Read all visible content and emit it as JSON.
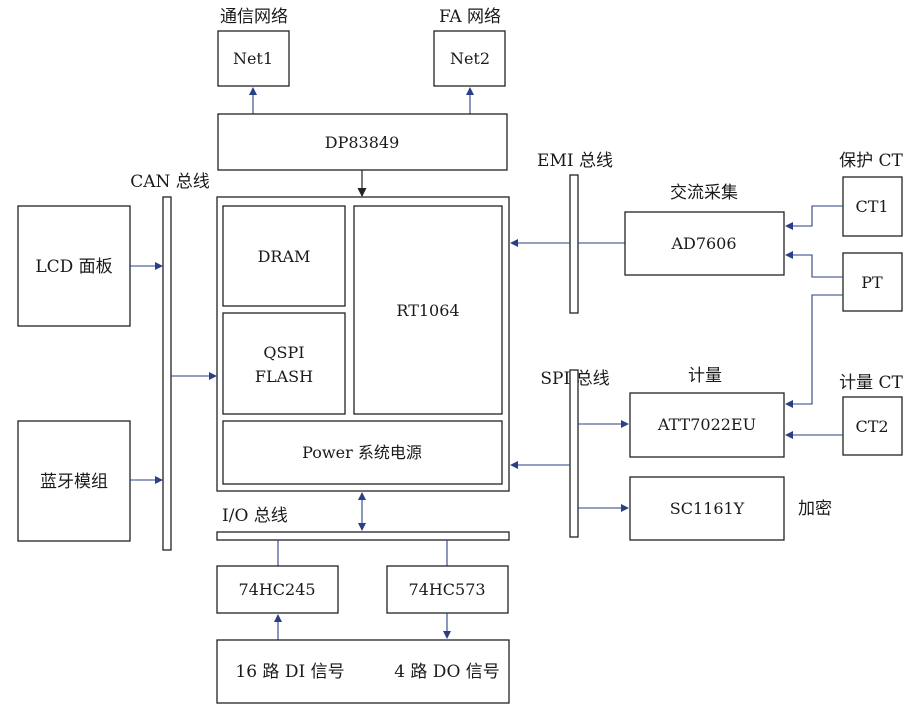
{
  "labels": {
    "comm_network": "通信网络",
    "fa_network": "FA 网络",
    "can_bus": "CAN 总线",
    "emi_bus": "EMI 总线",
    "spi_bus": "SPI 总线",
    "io_bus": "I/O 总线",
    "ac_sampling": "交流采集",
    "protect_ct": "保护 CT",
    "metering": "计量",
    "metering_ct": "计量 CT",
    "encryption": "加密"
  },
  "boxes": {
    "net1": "Net1",
    "net2": "Net2",
    "dp83849": "DP83849",
    "dram": "DRAM",
    "qspi_line1": "QSPI",
    "qspi_line2": "FLASH",
    "rt1064": "RT1064",
    "power": "Power 系统电源",
    "lcd": "LCD 面板",
    "bluetooth": "蓝牙模组",
    "ad7606": "AD7606",
    "ct1": "CT1",
    "pt": "PT",
    "att7022eu": "ATT7022EU",
    "ct2": "CT2",
    "sc1161y": "SC1161Y",
    "hc245": "74HC245",
    "hc573": "74HC573",
    "di_signal": "16 路 DI 信号",
    "do_signal": "4 路 DO 信号"
  },
  "colors": {
    "stroke": "#222222",
    "arrow": "#2b3f86",
    "text": "#1a1a1a"
  }
}
